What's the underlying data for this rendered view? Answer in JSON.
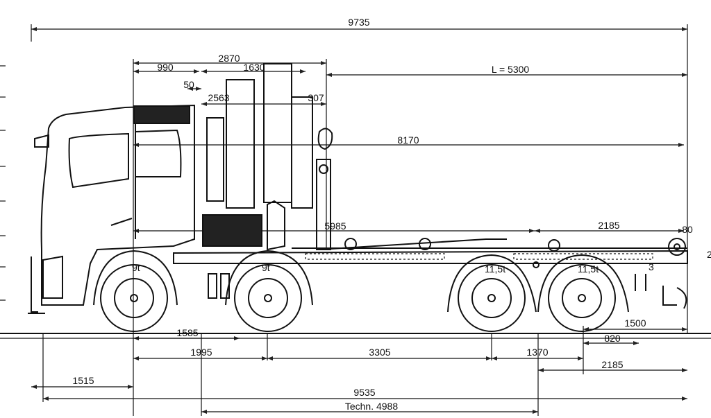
{
  "drawing": {
    "dimensions": {
      "overall_length": "9735",
      "crane_zone": "2870",
      "cab_to_crane": "990",
      "crane_width": "1630",
      "crane_offset": "50",
      "crane_a": "2563",
      "crane_b": "307",
      "body_length": "L = 5300",
      "cab_to_end": "8170",
      "cab_to_rear_axles": "5985",
      "rear_axles_to_end": "2185",
      "end_overhang": "80",
      "clipped_right": "2",
      "front_axle_spacing_ground": "1585",
      "rear_overhang": "1500",
      "hitch_offset": "820",
      "front_axles": "1995",
      "axle_2_to_3": "3305",
      "rear_axles": "1370",
      "rear_to_end_bottom": "2185",
      "front_overhang": "1515",
      "total_bottom": "9535",
      "technical_wheelbase": "Techn. 4988"
    },
    "axle_loads": {
      "axle1": "9t",
      "axle2": "9t",
      "axle3": "11,5t",
      "axle4": "11,5t",
      "rear_marker": "3"
    }
  }
}
